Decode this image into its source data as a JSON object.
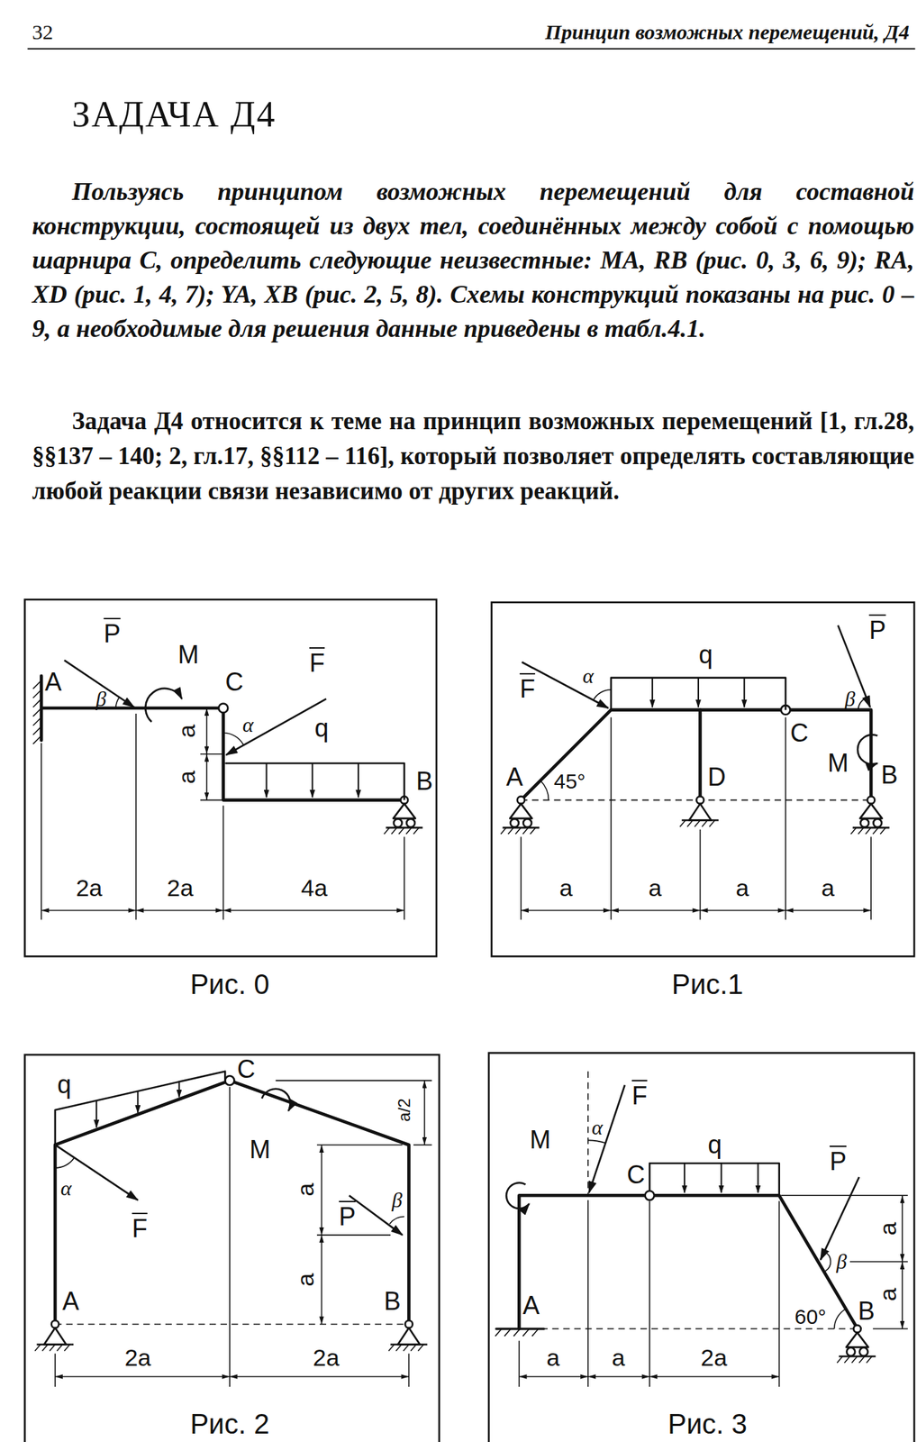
{
  "diagram": {
    "title": "ЗАДАЧА Д4",
    "labels": [
      "32",
      "Принцип возможных перемещений, Д4",
      "Пользуясь принципом возможных перемещений для составной конструкции, состоящей из двух тел, соединённых между собой с помощью шарнира C, определить следующие неизвестные: MA, RB (рис. 0, 3, 6, 9); RA, XD (рис. 1, 4, 7); YA, XB (рис. 2, 5, 8). Схемы конструкций показаны на рис. 0 – 9, а необходимые для решения данные приведены в табл.4.1.",
      "Задача Д4 относится к теме на принцип возможных перемещений [1, гл.28, §§137 – 140; 2, гл.17, §§112 – 116], который позволяет определять составляющие любой реакции связи независимо от других реакций.",
      "P",
      "A",
      "β",
      "M",
      "C",
      "F",
      "α",
      "a",
      "a",
      "q",
      "B",
      "2a",
      "2a",
      "4a",
      "Рис. 0",
      "F",
      "α",
      "q",
      "P",
      "β",
      "C",
      "A",
      "45°",
      "D",
      "M",
      "B",
      "a",
      "a",
      "a",
      "a",
      "Рис.1",
      "q",
      "C",
      "M",
      "a/2",
      "α",
      "F",
      "P",
      "β",
      "a",
      "a",
      "A",
      "B",
      "2a",
      "2a",
      "Рис. 2",
      "M",
      "α",
      "F",
      "C",
      "q",
      "P",
      "β",
      "a",
      "a",
      "60°",
      "B",
      "A",
      "a",
      "a",
      "2a",
      "Рис. 3"
    ]
  }
}
